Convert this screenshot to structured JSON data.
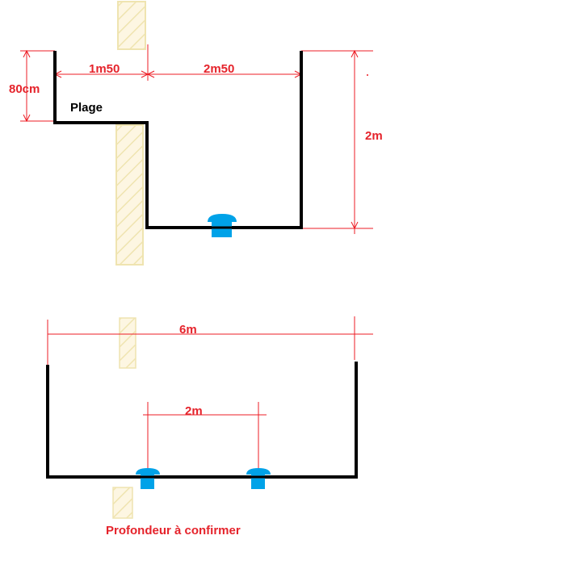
{
  "colors": {
    "wall": "#000000",
    "dimension": "#ed1c24",
    "dimension_text": "#e5232b",
    "pipe": "#00a2e8",
    "hatch_fill": "#fdf6e2",
    "hatch_stroke": "#efe4b0",
    "label": "#000000"
  },
  "labels": {
    "plage": "Plage",
    "note": "Profondeur à confirmer"
  },
  "dimensions": {
    "top_left_height": "80cm",
    "top_step_width": "1m50",
    "top_basin_width": "2m50",
    "top_depth": "2m",
    "bottom_total_width": "6m",
    "bottom_pipe_spacing": "2m"
  },
  "icons": {
    "pipe_outlet": "pipe-outlet-icon",
    "hatched_block": "hatched-wall-icon"
  }
}
